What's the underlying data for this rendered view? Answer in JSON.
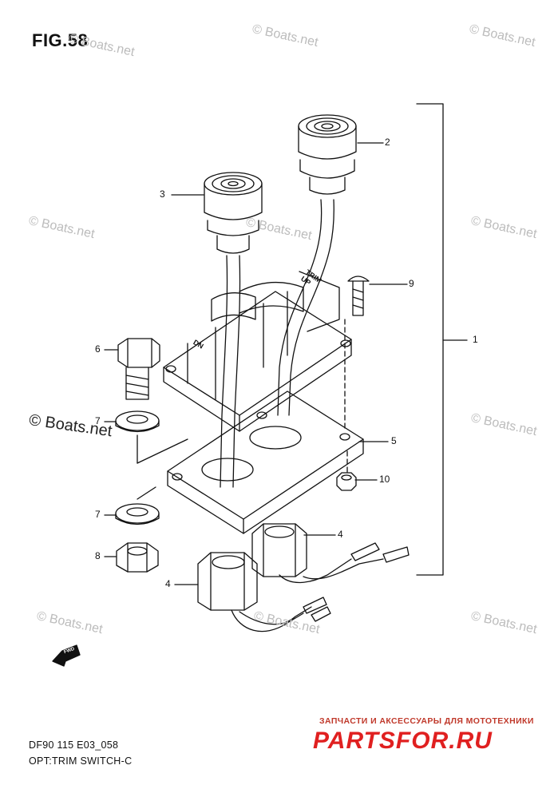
{
  "figure": {
    "title": "FIG.58"
  },
  "watermark": {
    "text": "© Boats.net"
  },
  "callouts": {
    "p1": "1",
    "p2": "2",
    "p3": "3",
    "p4a": "4",
    "p4b": "4",
    "p5": "5",
    "p6": "6",
    "p7a": "7",
    "p7b": "7",
    "p8": "8",
    "p9": "9",
    "p10": "10"
  },
  "engraving": {
    "switch_label_up": "TRIM UP",
    "switch_label_dn": "DN",
    "fwd": "FWD"
  },
  "footer": {
    "model": "DF90 115 E03_058",
    "caption": "OPT:TRIM SWITCH-C"
  },
  "brand": {
    "tagline": "ЗАПЧАСТИ И АКСЕССУАРЫ ДЛЯ МОТОТЕХНИКИ",
    "logo": "PARTSFOR.RU",
    "color": "#e02020"
  }
}
